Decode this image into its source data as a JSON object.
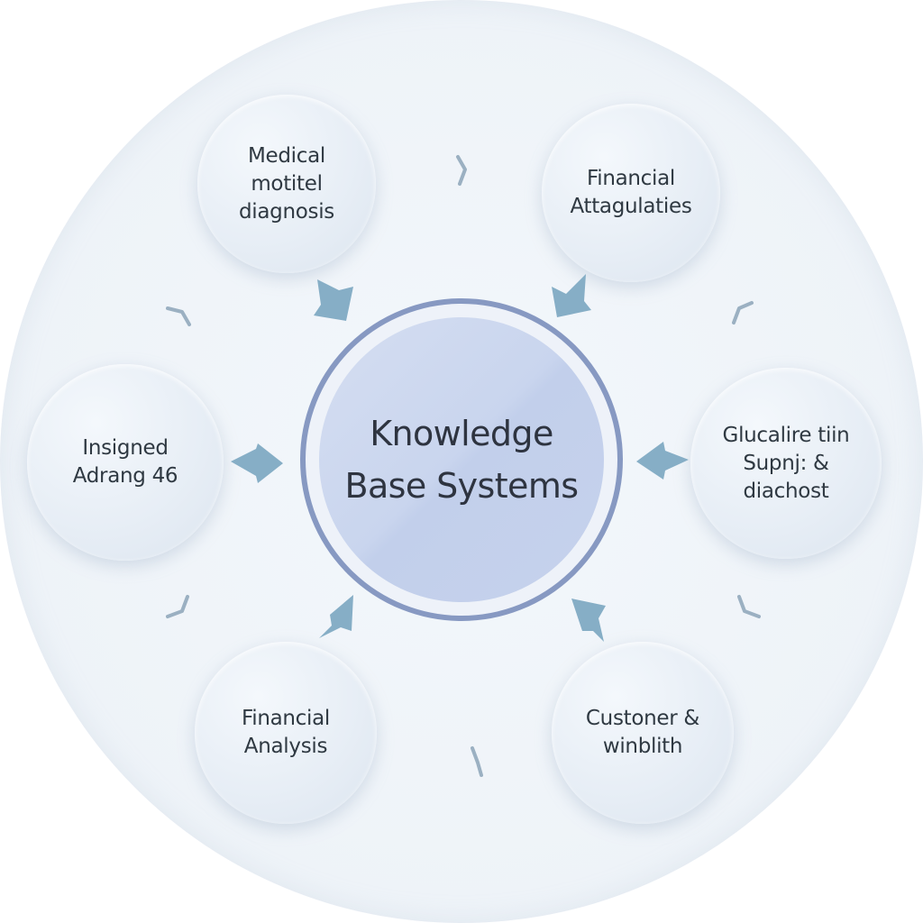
{
  "diagram": {
    "center_title": "Knowledge\nBase Systems",
    "nodes": [
      {
        "label": "Medical motitel\ndiagnosis"
      },
      {
        "label": "Financial\nAttagulaties"
      },
      {
        "label": "Insigned\nAdrang 46"
      },
      {
        "label": "Glucalire tiin\nSupnj: &\ndiachost"
      },
      {
        "label": "Financial\nAnalysis"
      },
      {
        "label": "Custoner &\nwinblith"
      }
    ]
  },
  "colors": {
    "ring": "#8799c2",
    "arrow": "#86aec6",
    "tick": "#9bb0c2",
    "text": "#2f3942"
  }
}
